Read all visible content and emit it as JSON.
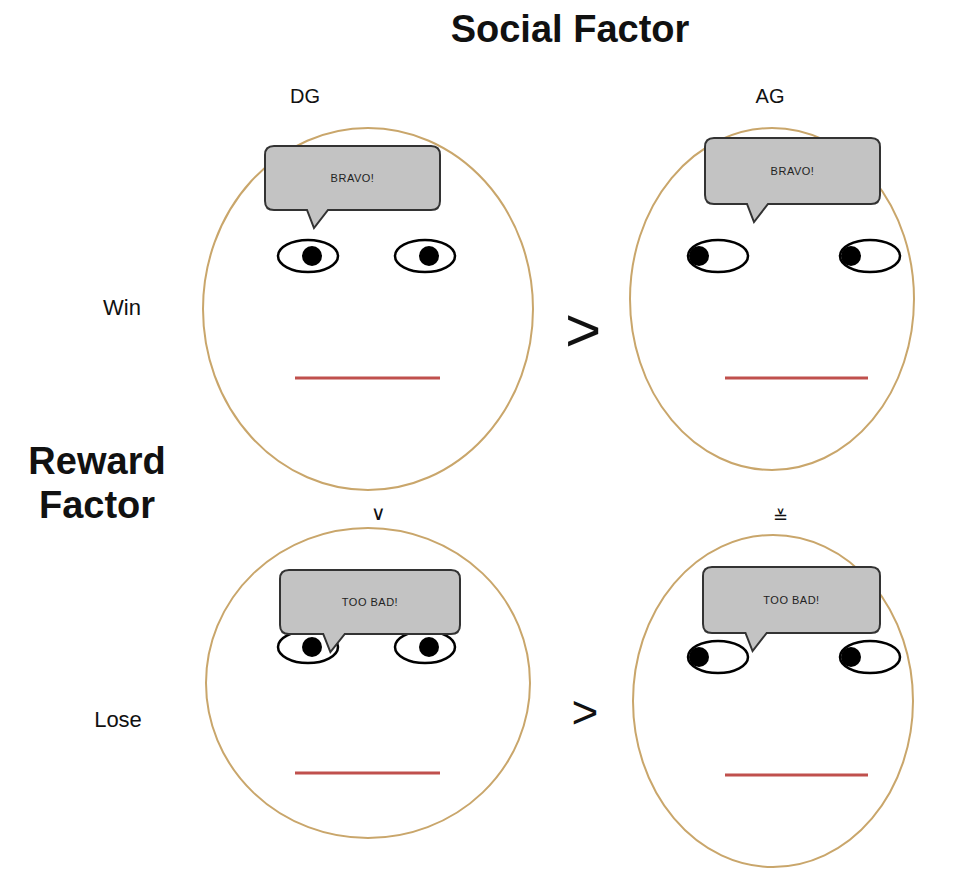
{
  "diagram": {
    "nodes": [
      {
        "text": [
          "BRAVO!"
        ]
      },
      {
        "text": [
          "BRAVO!"
        ]
      },
      {
        "text": [
          "TOO BAD!"
        ]
      },
      {
        "text": [
          "TOO BAD!"
        ]
      }
    ],
    "labels": [
      "Social Factor",
      "DG",
      "AG",
      "Win",
      ">",
      "Reward Factor",
      "∨",
      "≚",
      "Lose",
      ">"
    ]
  }
}
